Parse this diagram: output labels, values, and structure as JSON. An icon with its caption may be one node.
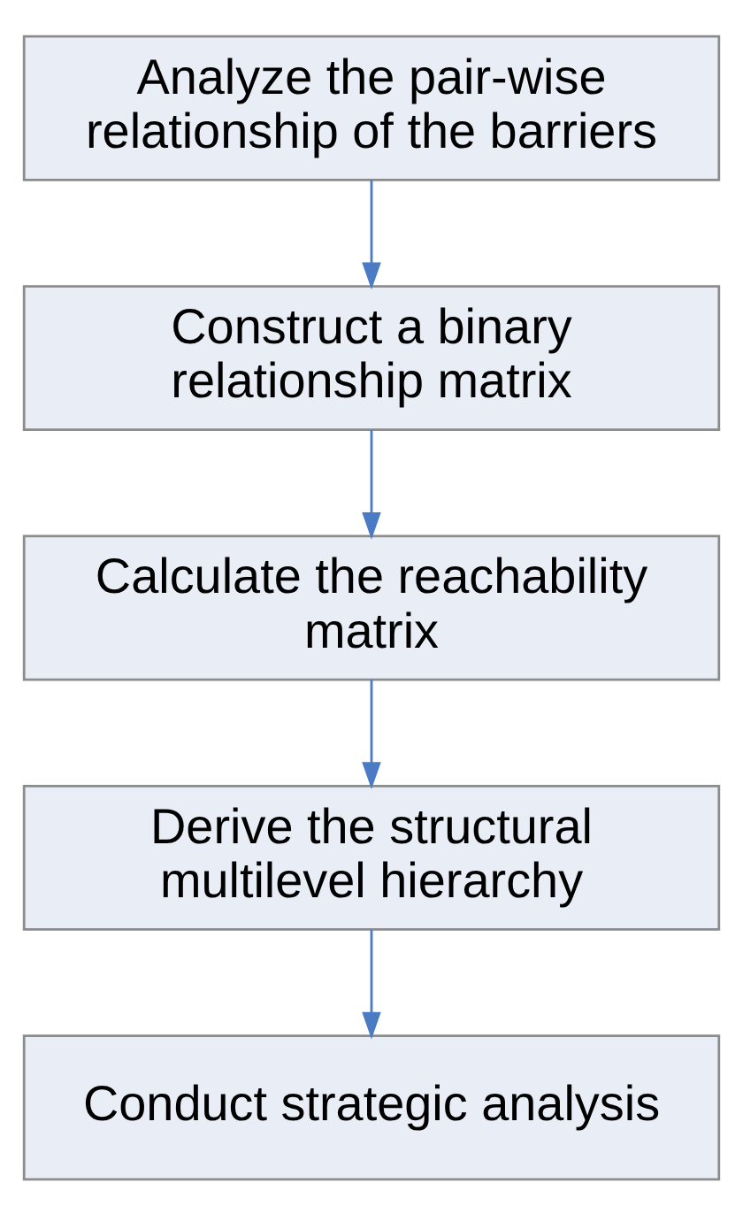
{
  "diagram": {
    "nodes": [
      {
        "text": [
          "Analyze the pair-wise relationship of the barriers"
        ]
      },
      {
        "text": [
          "Construct a binary relationship matrix"
        ]
      },
      {
        "text": [
          "Calculate the reachability matrix"
        ]
      },
      {
        "text": [
          "Derive the structural multilevel hierarchy"
        ]
      },
      {
        "text": [
          "Conduct strategic analysis"
        ]
      }
    ],
    "edges": [
      {
        "from": 0,
        "to": 1,
        "arrow": "to"
      },
      {
        "from": 1,
        "to": 2,
        "arrow": "to"
      },
      {
        "from": 2,
        "to": 3,
        "arrow": "to"
      },
      {
        "from": 3,
        "to": 4,
        "arrow": "to"
      }
    ]
  }
}
